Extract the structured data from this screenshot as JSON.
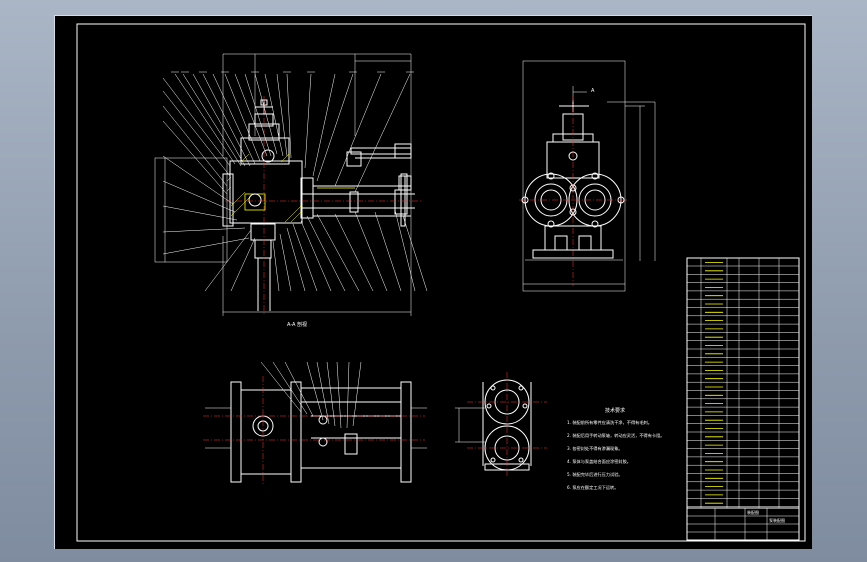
{
  "colors": {
    "background": "#000000",
    "outline": "#ffffff",
    "hidden": "#ffff00",
    "center": "#ff3030",
    "frame": "#aab6c6"
  },
  "views": {
    "section_label": "A-A 剖视",
    "side_mark": "A",
    "requirements_title": "技术要求",
    "requirements": [
      "1. 装配前所有零件应清洗干净，不得有毛刺。",
      "2. 装配后用手转动泵轴，转动应灵活，不得有卡阻。",
      "3. 各密封处不得有渗漏现象。",
      "4. 泵体与泵盖结合面应涂密封胶。",
      "5. 装配完毕后进行压力试验。",
      "6. 泵应在额定工况下运转。"
    ]
  },
  "title_block": {
    "drawing_name": "装配图",
    "sub_name": "泵装配图"
  }
}
